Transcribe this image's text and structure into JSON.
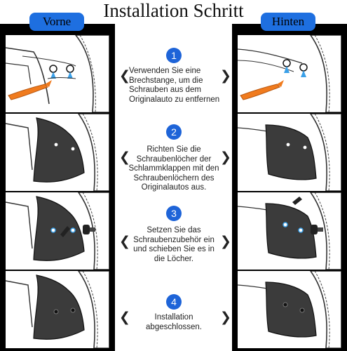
{
  "title": "Installation Schritt",
  "tabs": {
    "front": "Vorne",
    "rear": "Hinten"
  },
  "steps": [
    {
      "number": "1",
      "text": "Verwenden Sie eine Brechstange, um die Schrauben aus dem Originalauto zu entfernen"
    },
    {
      "number": "2",
      "text": "Richten Sie die Schraubenlöcher der Schlammklappen mit den Schraubenlöchern des Originalautos aus."
    },
    {
      "number": "3",
      "text": "Setzen Sie das Schraubenzubehör ein und schieben Sie es in die Löcher."
    },
    {
      "number": "4",
      "text": "Installation abgeschlossen."
    }
  ],
  "nav": {
    "prev_glyph": "❮",
    "next_glyph": "❯"
  },
  "colors": {
    "frame": "#000000",
    "tab": "#1e6fe0",
    "badge": "#1e64d8",
    "tool": "#f07b1e",
    "flap": "#3b3b3b"
  }
}
